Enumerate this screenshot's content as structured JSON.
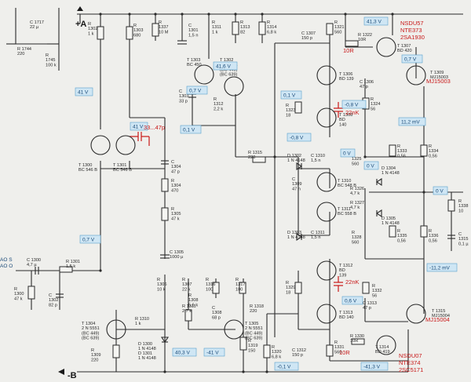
{
  "rails": {
    "positive": "+A",
    "negative": "-B"
  },
  "parts": [
    {
      "id": "R1744",
      "text": "R 1744",
      "sub": "220"
    },
    {
      "id": "C1717",
      "text": "C 1717",
      "sub": "22 µ"
    },
    {
      "id": "R1745",
      "text": "R",
      "sub": "1745",
      "sub2": "100 k"
    },
    {
      "id": "R1302",
      "text": "R",
      "sub": "1302",
      "sub2": "1 k"
    },
    {
      "id": "R1303",
      "text": "R",
      "sub": "1303",
      "sub2": "680"
    },
    {
      "id": "R1337",
      "text": "R",
      "sub": "1337",
      "sub2": "10 M"
    },
    {
      "id": "C1301",
      "text": "C",
      "sub": "1301",
      "sub2": "1,5 n"
    },
    {
      "id": "R1311",
      "text": "R",
      "sub": "1311",
      "sub2": "1 k"
    },
    {
      "id": "R1313",
      "text": "R",
      "sub": "1313",
      "sub2": "82"
    },
    {
      "id": "R1314",
      "text": "R",
      "sub": "1314",
      "sub2": "6,8 k"
    },
    {
      "id": "C1307",
      "text": "C 1307",
      "sub": "150 p"
    },
    {
      "id": "R1321",
      "text": "R",
      "sub": "1321",
      "sub2": "560"
    },
    {
      "id": "R1322",
      "text": "R 1322",
      "sub": "10R"
    },
    {
      "id": "T1307",
      "text": "T 1307",
      "sub": "BD 420"
    },
    {
      "id": "T1302",
      "text": "T 1302",
      "sub": "2 N 5401",
      "sub2": "(BC 449)",
      "sub3": "(BC 639)"
    },
    {
      "id": "T1303",
      "text": "T 1303",
      "sub": "BC 450"
    },
    {
      "id": "C1303",
      "text": "C",
      "sub": "1303",
      "sub2": "33 p"
    },
    {
      "id": "R1312",
      "text": "R",
      "sub": "1312",
      "sub2": "2,2 k"
    },
    {
      "id": "T1306",
      "text": "T 1306",
      "sub": "BD 139"
    },
    {
      "id": "C1306",
      "text": "C 1306",
      "sub": "47 p"
    },
    {
      "id": "T1309",
      "text": "T 1309",
      "sub": "MJ15003"
    },
    {
      "id": "R1323",
      "text": "R",
      "sub": "1323",
      "sub2": "18"
    },
    {
      "id": "T1308",
      "text": "T 1308",
      "sub": "BD",
      "sub2": "140"
    },
    {
      "id": "R1324",
      "text": "R",
      "sub": "1324",
      "sub2": "56"
    },
    {
      "id": "T1300",
      "text": "T 1300",
      "sub": "BC 546 B"
    },
    {
      "id": "T1301",
      "text": "T 1301",
      "sub": "BC 546 B"
    },
    {
      "id": "R1304",
      "text": "R",
      "sub": "1304",
      "sub2": "470"
    },
    {
      "id": "C1304",
      "text": "C",
      "sub": "1304",
      "sub2": "47 p"
    },
    {
      "id": "R1315",
      "text": "R 1315",
      "sub": "220"
    },
    {
      "id": "D1302",
      "text": "D 1302",
      "sub": "1 N 4148"
    },
    {
      "id": "C1310",
      "text": "C 1310",
      "sub": "1,5 n"
    },
    {
      "id": "R1325",
      "text": "R",
      "sub": "1325",
      "sub2": "560"
    },
    {
      "id": "R1333",
      "text": "R",
      "sub": "1333",
      "sub2": "0,56"
    },
    {
      "id": "R1334",
      "text": "R",
      "sub": "1334",
      "sub2": "0,56"
    },
    {
      "id": "D1304",
      "text": "D 1304",
      "sub": "1 N 4148"
    },
    {
      "id": "C1309",
      "text": "C",
      "sub": "1309",
      "sub2": "47 n"
    },
    {
      "id": "T1310",
      "text": "T 1310",
      "sub": "BC 548 B"
    },
    {
      "id": "R1326",
      "text": "R 1326",
      "sub": "4,7 k"
    },
    {
      "id": "R1305",
      "text": "R",
      "sub": "1305",
      "sub2": "47 k"
    },
    {
      "id": "T1311",
      "text": "T 1311",
      "sub": "BC 558 B"
    },
    {
      "id": "R1327",
      "text": "R 1327",
      "sub": "4,7 k"
    },
    {
      "id": "D1305",
      "text": "D 1305",
      "sub": "1 N 4148"
    },
    {
      "id": "R1338",
      "text": "R",
      "sub": "1338",
      "sub2": "10"
    },
    {
      "id": "C1315",
      "text": "C",
      "sub": "1315",
      "sub2": "0,1 µ"
    },
    {
      "id": "D1303",
      "text": "D 1303",
      "sub": "1 N 4148"
    },
    {
      "id": "C1311",
      "text": "C 1311",
      "sub": "1,5 n"
    },
    {
      "id": "R1328",
      "text": "R",
      "sub": "1328",
      "sub2": "560"
    },
    {
      "id": "R1329",
      "text": "R",
      "sub": "1329",
      "sub2": "18"
    },
    {
      "id": "R1335",
      "text": "R",
      "sub": "1335",
      "sub2": "0,56"
    },
    {
      "id": "R1336",
      "text": "R",
      "sub": "1336",
      "sub2": "0,56"
    },
    {
      "id": "C1300",
      "text": "C 1300",
      "sub": "4,7 µ"
    },
    {
      "id": "R1301",
      "text": "R 1301",
      "sub": "1,5 k"
    },
    {
      "id": "R1300",
      "text": "R",
      "sub": "1300",
      "sub2": "47 k"
    },
    {
      "id": "C1302",
      "text": "C",
      "sub": "1302",
      "sub2": "82 p"
    },
    {
      "id": "C1305",
      "text": "C 1305",
      "sub": "1000 µ"
    },
    {
      "id": "R1306",
      "text": "R",
      "sub": "1306",
      "sub2": "10 k"
    },
    {
      "id": "R1307",
      "text": "R",
      "sub": "1307",
      "sub2": "22 k"
    },
    {
      "id": "R1316",
      "text": "R",
      "sub": "1316",
      "sub2": "100"
    },
    {
      "id": "R1317",
      "text": "R",
      "sub": "1317",
      "sub2": "100"
    },
    {
      "id": "T1312",
      "text": "T 1312",
      "sub": "BD",
      "sub2": "139"
    },
    {
      "id": "R1332",
      "text": "R",
      "sub": "1332",
      "sub2": "56"
    },
    {
      "id": "R1308",
      "text": "R",
      "sub": "1308",
      "sub2": "5,6 k"
    },
    {
      "id": "C1308",
      "text": "C",
      "sub": "1308",
      "sub2": "68 p"
    },
    {
      "id": "R1318",
      "text": "R 1318",
      "sub": "220"
    },
    {
      "id": "T1313",
      "text": "T 1313",
      "sub": "BD 140"
    },
    {
      "id": "C1313",
      "text": "C 1313",
      "sub": "47 p"
    },
    {
      "id": "T1315",
      "text": "T 1315",
      "sub": "MJ15004"
    },
    {
      "id": "T1304",
      "text": "T 1304",
      "sub": "2 N 5551",
      "sub2": "(BC 449)",
      "sub3": "(BC 639)"
    },
    {
      "id": "R1310",
      "text": "R 1310",
      "sub": "1 k"
    },
    {
      "id": "D1300",
      "text": "D 1300",
      "sub": "1 N 4148"
    },
    {
      "id": "D1301",
      "text": "D 1301",
      "sub": "1 N 4148"
    },
    {
      "id": "R1309",
      "text": "R",
      "sub": "1309",
      "sub2": "220"
    },
    {
      "id": "R1311b",
      "text": "R 1311",
      "sub": "2,7 k"
    },
    {
      "id": "T1305",
      "text": "T 1305",
      "sub": "2 N 5551",
      "sub2": "(BC 449)",
      "sub3": "(BC 639)"
    },
    {
      "id": "R1319",
      "text": "R",
      "sub": "1319",
      "sub2": "150"
    },
    {
      "id": "R1320",
      "text": "R",
      "sub": "1320",
      "sub2": "6,8 k"
    },
    {
      "id": "C1312",
      "text": "C 1312",
      "sub": "150 p"
    },
    {
      "id": "R1331",
      "text": "R",
      "sub": "1331",
      "sub2": "560"
    },
    {
      "id": "R1330",
      "text": "R 1330",
      "sub": "10R"
    },
    {
      "id": "T1314",
      "text": "T 1314",
      "sub": "BD 419"
    }
  ],
  "voltages": {
    "v_41_left": "41 V",
    "v_41_t1301": "41 V",
    "v_07_t1302": "0,7 V",
    "v_416": "41,6 V",
    "v_01_c1303": "0,1 V",
    "v_01_t1306": "0,1 V",
    "v_413_top": "41,3 V",
    "v_07_t1309": "0,7 V",
    "v_m08_r1323": "-0,8 V",
    "v_m08_t1308": "-0,8 V",
    "v_112": "11,2 mV",
    "v_0_c1310": "0 V",
    "v_0_d1304": "0 V",
    "v_0_out": "0 V",
    "v_07_t1300": "0,7 V",
    "v_m112": "-11,2 mV",
    "v_06": "0,6 V",
    "v_403": "40,3 V",
    "v_m41": "-41 V",
    "v_m01": "-0,1 V",
    "v_m413": "-41,3 V"
  },
  "input_labels": {
    "ao_s": "AO S",
    "ao_o": "AO O"
  },
  "annotations": {
    "c_note": "33...47p",
    "nk_top": "22nK",
    "nk_bottom": "22nK",
    "r_top": "10R",
    "r_bottom": "10R",
    "sub_top_1": "NSDU57",
    "sub_top_2": "NTE373",
    "sub_top_3": "2SA1930",
    "sub_t1309": "MJ15003",
    "sub_t1315": "MJ15004",
    "sub_bot_1": "NSDU07",
    "sub_bot_2": "NTE374",
    "sub_bot_3": "2SC5171"
  }
}
